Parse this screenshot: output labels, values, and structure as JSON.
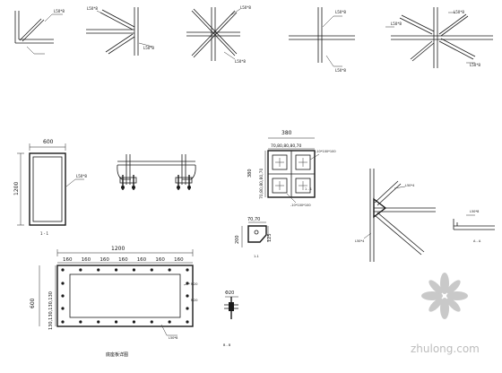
{
  "detail_weld_labels": {
    "d1": "L50*8",
    "d2a": "L50*8",
    "d2b": "L50*8",
    "d3a": "L50*8",
    "d3b": "L50*8",
    "d4a": "L50*8",
    "d4b": "L50*8",
    "d5a": "L50*8",
    "d5b": "L50*8",
    "d5c": "L50*8"
  },
  "frame": {
    "width_dim": "600",
    "height_dim": "1200",
    "side_label": "L50*8",
    "section_label": "1 - 1"
  },
  "box_plate": {
    "width_dim": "380",
    "spacing_top": "70,80,80,80,70",
    "spacing_left": "70,80,80,80,70",
    "height_dim": "380",
    "note_right": "-10*100*100",
    "note_bottom": "-10*100*100",
    "section_label": "1 - 1"
  },
  "small_part": {
    "dim_top": "70,70",
    "dim_left": "200",
    "dim_right": "125",
    "label": "1-1"
  },
  "base_plate": {
    "total_width": "1200",
    "spacings": [
      "160",
      "160",
      "160",
      "160",
      "160",
      "160",
      "160"
    ],
    "height_dim": "600",
    "left_spacing": "130,130,130,130",
    "label_top_right": "M20",
    "label_mid_right": "M20",
    "label_bottom": "L50*8",
    "title": "底座板详图"
  },
  "bolt_detail": {
    "dim": "Φ20",
    "label": "B - B"
  },
  "connection": {
    "label_a": "L50*4",
    "label_b": "L50*4",
    "label_c": "L50*8",
    "section_ab": "A - A"
  },
  "watermark": {
    "text": "zhulong.com"
  }
}
